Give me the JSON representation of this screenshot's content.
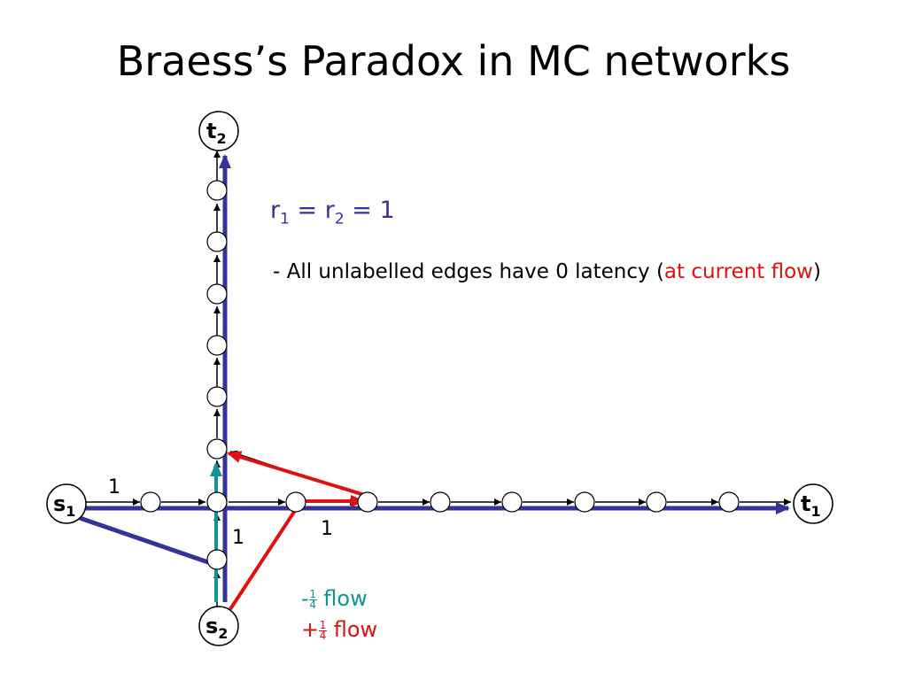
{
  "title": "Braess’s Paradox in MC networks",
  "rates": {
    "r1": "r",
    "sub1": "1",
    "eq": " = ",
    "r2": "r",
    "sub2": "2",
    "tail": " = 1"
  },
  "note": {
    "pre": "- All unlabelled edges have 0 latency (",
    "highlight": "at current flow",
    "post": ")"
  },
  "nodes": {
    "t2": {
      "letter": "t",
      "sub": "2"
    },
    "s1": {
      "letter": "s",
      "sub": "1"
    },
    "t1": {
      "letter": "t",
      "sub": "1"
    },
    "s2": {
      "letter": "s",
      "sub": "2"
    }
  },
  "edge_labels": {
    "top_left": "1",
    "vertical": "1",
    "horizontal": "1"
  },
  "legend": {
    "minus": {
      "sign": "-",
      "num": "1",
      "den": "4",
      "word": " flow"
    },
    "plus": {
      "sign": "+",
      "num": "1",
      "den": "4",
      "word": " flow"
    }
  },
  "colors": {
    "path_blue": "#33339a",
    "teal": "#119494",
    "red": "#e01010",
    "edge": "#000000"
  }
}
